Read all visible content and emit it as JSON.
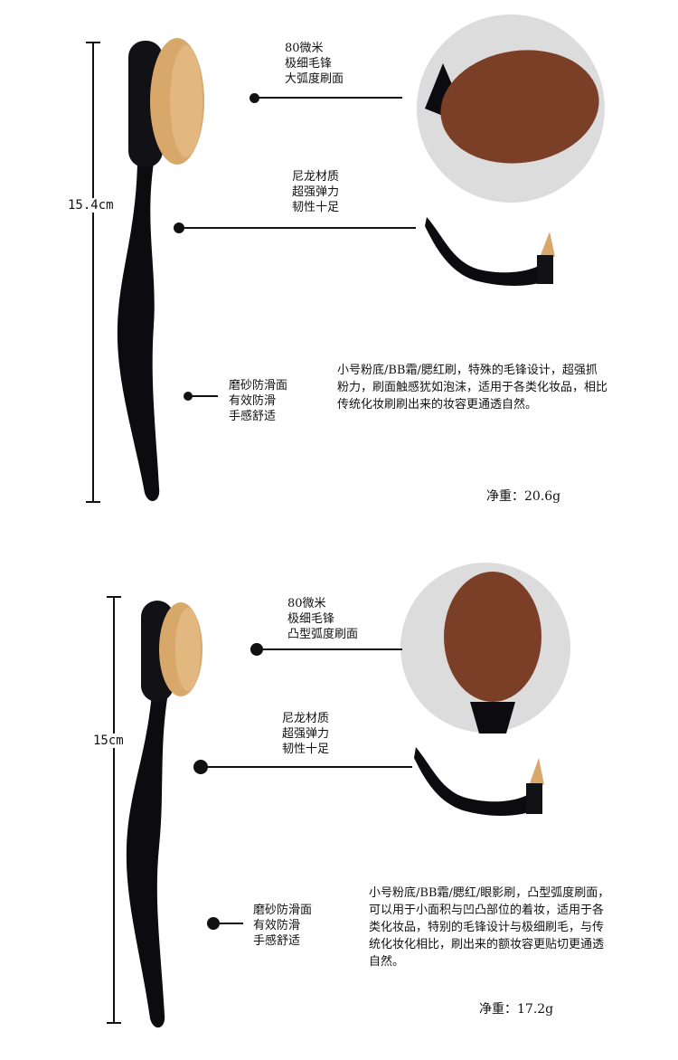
{
  "section1": {
    "length_label": "15.4cm",
    "callout_top": [
      "80微米",
      "极细毛锋",
      "大弧度刷面"
    ],
    "callout_mid": [
      "尼龙材质",
      "超强弹力",
      "韧性十足"
    ],
    "callout_low": [
      "磨砂防滑面",
      "有效防滑",
      "手感舒适"
    ],
    "description": "小号粉底/BB霜/腮红刷，特殊的毛锋设计，超强抓粉力，刷面触感犹如泡沫，适用于各类化妆品，相比传统化妆刷刷出来的妆容更通透自然。",
    "weight": "净重：20.6g"
  },
  "section2": {
    "length_label": "15cm",
    "callout_top": [
      "80微米",
      "极细毛锋",
      "凸型弧度刷面"
    ],
    "callout_mid": [
      "尼龙材质",
      "超强弹力",
      "韧性十足"
    ],
    "callout_low": [
      "磨砂防滑面",
      "有效防滑",
      "手感舒适"
    ],
    "description": "小号粉底/BB霜/腮红/眼影刷，凸型弧度刷面，可以用于小面积与凹凸部位的着妆，适用于各类化妆品，特别的毛锋设计与极细刷毛，与传统化妆化相比，刷出来的额妆容更贴切更通透自然。",
    "weight": "净重：17.2g"
  },
  "colors": {
    "handle": "#0b0b10",
    "bristle_tan": "#d8a76a",
    "bristle_dark": "#7a3f26"
  }
}
